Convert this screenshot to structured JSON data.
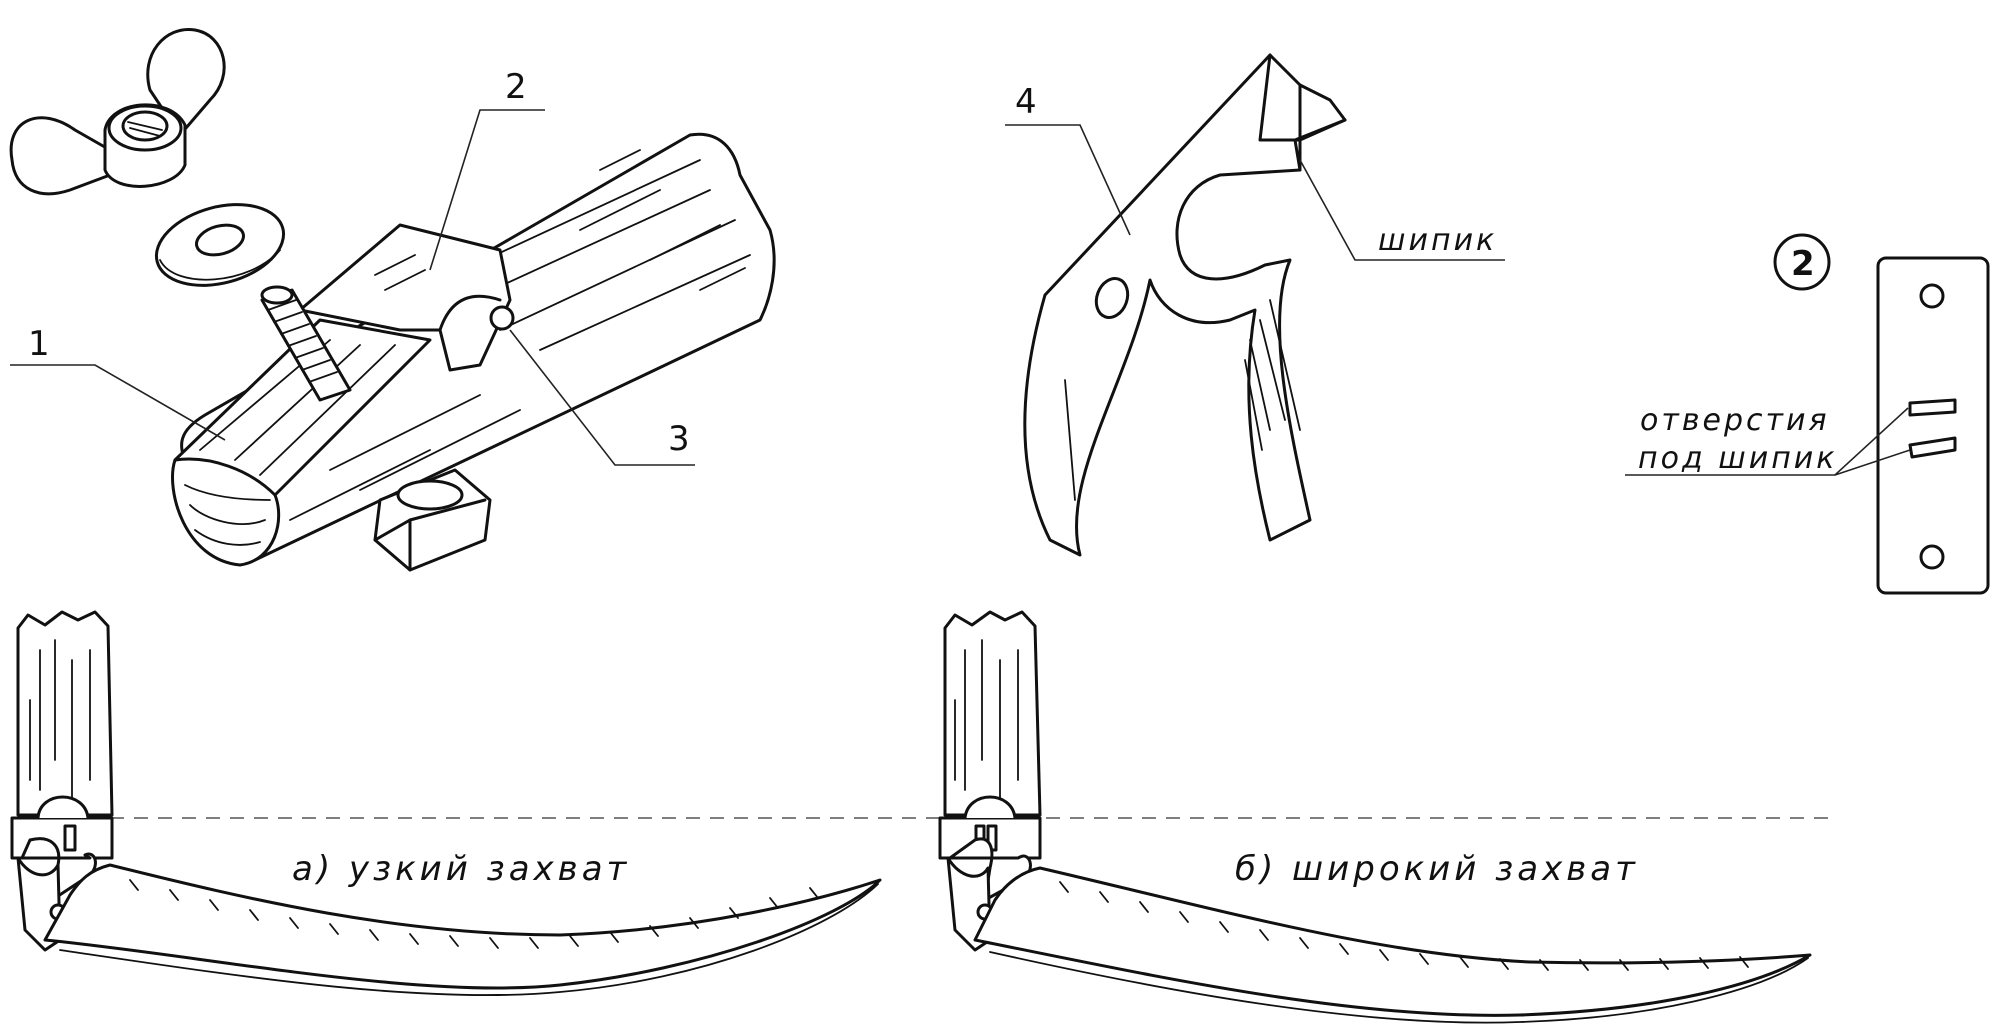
{
  "figure": {
    "labels": {
      "part_1": "1",
      "part_2": "2",
      "part_3": "3",
      "part_4": "4",
      "tenon": "шипик",
      "detail_badge": "2",
      "holes_line1": "отверстия",
      "holes_line2": "под шипик",
      "caption_a": "а) узкий захват",
      "caption_b": "б) широкий захват"
    }
  }
}
